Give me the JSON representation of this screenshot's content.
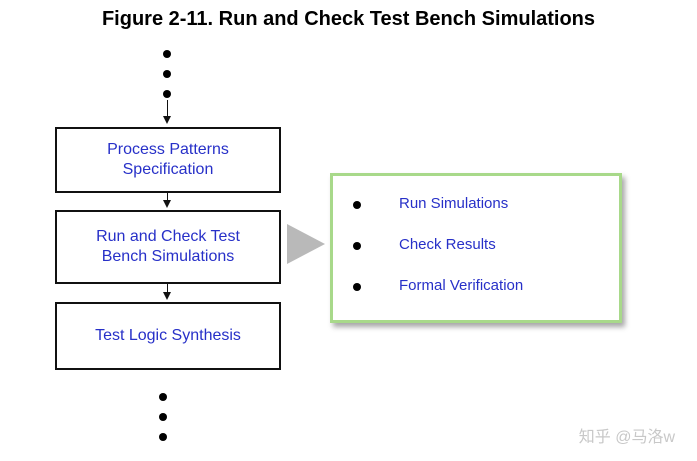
{
  "title": "Figure 2-11. Run and Check Test Bench Simulations",
  "flow": {
    "steps": [
      {
        "label": "Process Patterns\nSpecification"
      },
      {
        "label": "Run and Check Test\nBench Simulations"
      },
      {
        "label": "Test Logic Synthesis"
      }
    ]
  },
  "detail_panel": {
    "items": [
      {
        "label": "Run Simulations"
      },
      {
        "label": "Check Results"
      },
      {
        "label": "Formal Verification"
      }
    ],
    "border_color": "#a8d98a"
  },
  "colors": {
    "step_text": "#2730c8",
    "pointer": "#b9b9b9"
  },
  "watermark": "知乎 @马洛w"
}
